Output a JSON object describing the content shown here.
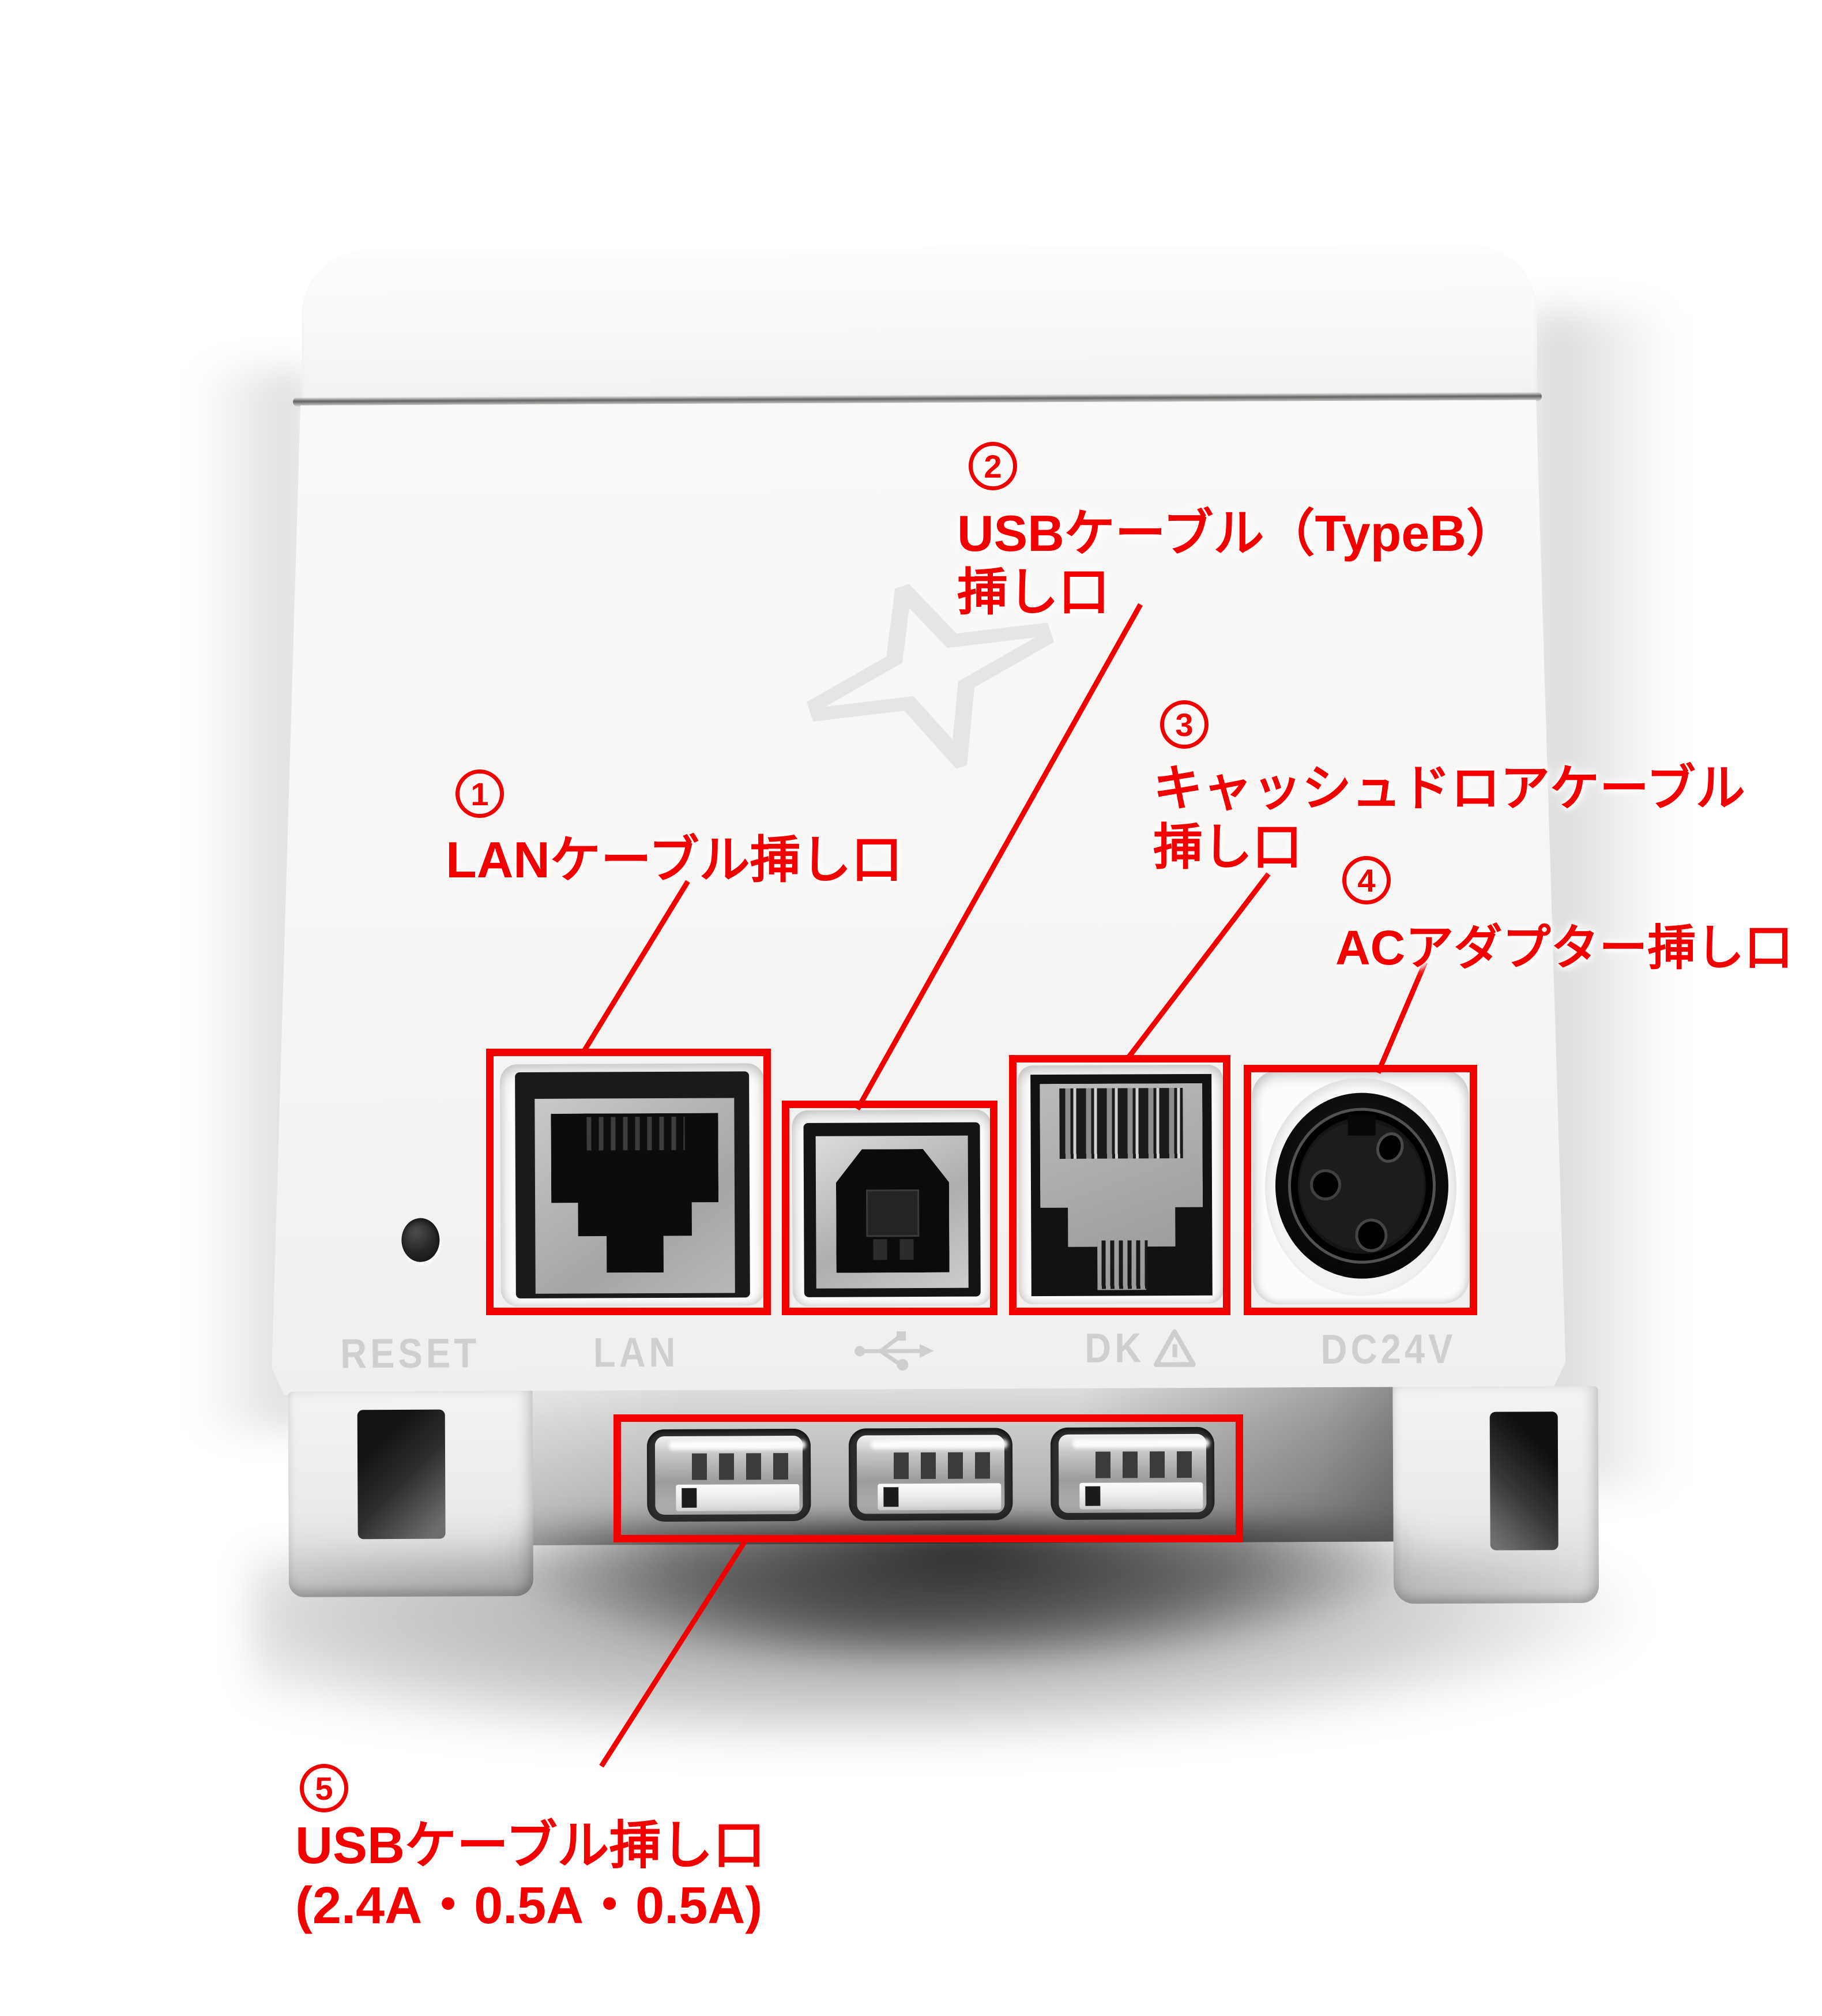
{
  "annotations": {
    "a1": {
      "number": "1",
      "line1": "LANケーブル挿し口"
    },
    "a2": {
      "number": "2",
      "line1": "USBケーブル（TypeB）",
      "line2": "挿し口"
    },
    "a3": {
      "number": "3",
      "line1": "キャッシュドロアケーブル",
      "line2": "挿し口"
    },
    "a4": {
      "number": "4",
      "line1": "ACアダプター挿し口"
    },
    "a5": {
      "number": "5",
      "line1": "USBケーブル挿し口",
      "line2": "(2.4A・0.5A・0.5A)"
    }
  },
  "panel_labels": {
    "reset": "RESET",
    "lan": "LAN",
    "dk": "DK",
    "dc24v": "DC24V"
  },
  "icons": {
    "usb_port": "usb-trident",
    "dk_warning": "warning-triangle",
    "logo": "star-logo"
  },
  "colors": {
    "annotation_red": "#f20000",
    "label_gray": "#d0cfcd",
    "body_white": "#f7f6f4"
  }
}
